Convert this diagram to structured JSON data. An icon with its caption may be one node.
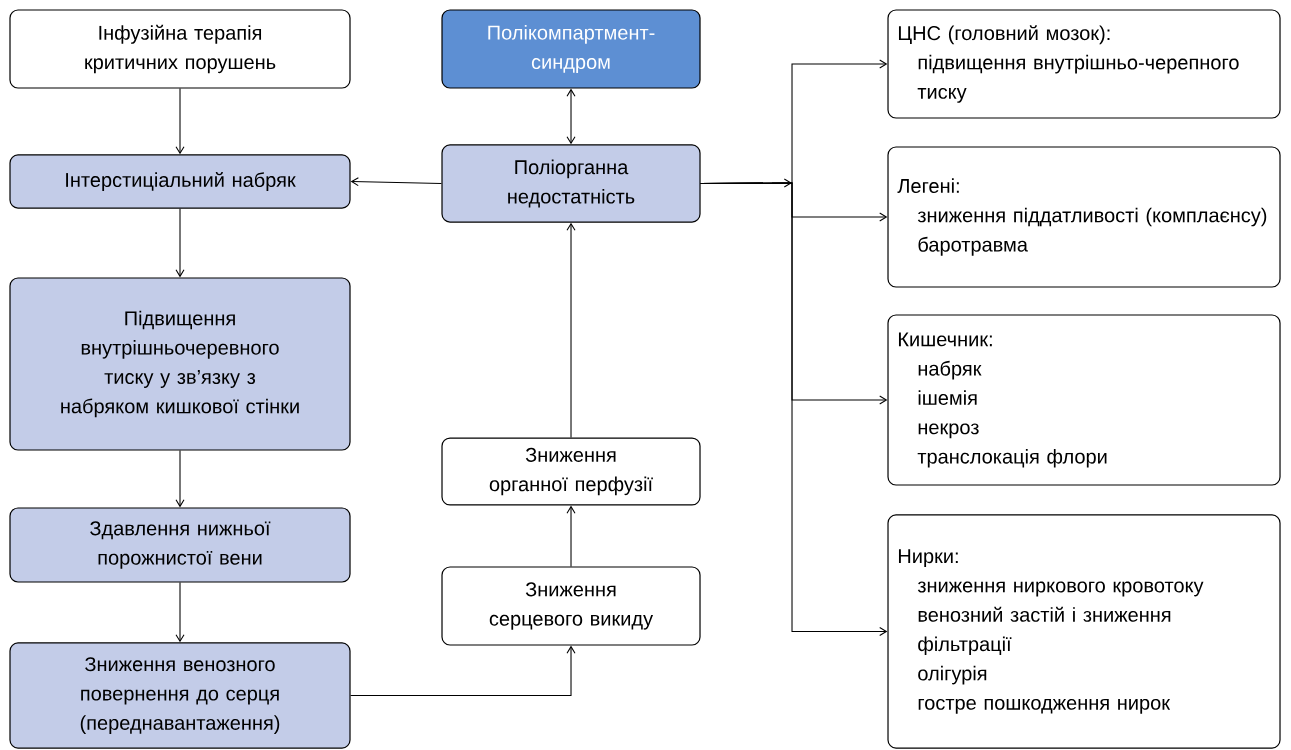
{
  "diagram": {
    "nodes": [
      {
        "text": [
          "Інфузійна терапія критичних порушень"
        ]
      },
      {
        "text": [
          "Інтерстиціальний набряк"
        ]
      },
      {
        "text": [
          "Підвищення внутрішньочеревного тиску у зв’язку з набряком кишкової стінки"
        ]
      },
      {
        "text": [
          "Здавлення нижньої порожнистої вени"
        ]
      },
      {
        "text": [
          "Зниження венозного повернення до серця (переднавантаження)"
        ]
      },
      {
        "text": [
          "Полікомпартмент-синдром"
        ]
      },
      {
        "text": [
          "Поліорганна недостатність"
        ]
      },
      {
        "text": [
          "Зниження органної перфузії"
        ]
      },
      {
        "text": [
          "Зниження серцевого викиду"
        ]
      },
      {
        "text": [
          "ЦНС (головний мозок):",
          "підвищення внутрішньо-черепного тиску"
        ]
      },
      {
        "text": [
          "Легені:",
          "зниження піддатливості (комплаєнсу)",
          "баротравма"
        ]
      },
      {
        "text": [
          "Кишечник:",
          "набряк",
          "ішемія",
          "некроз",
          "транслокація флори"
        ]
      },
      {
        "text": [
          "Нирки:",
          "зниження ниркового кровотоку",
          "венозний застій і зниження фільтрації",
          "олігурія",
          "гостре пошкодження нирок"
        ]
      }
    ],
    "edges": [
      {
        "from": 0,
        "to": 1,
        "arrow": "to"
      },
      {
        "from": 1,
        "to": 2,
        "arrow": "to"
      },
      {
        "from": 2,
        "to": 3,
        "arrow": "to"
      },
      {
        "from": 3,
        "to": 4,
        "arrow": "to"
      },
      {
        "from": 4,
        "to": 8,
        "arrow": "to"
      },
      {
        "from": 8,
        "to": 7,
        "arrow": "to"
      },
      {
        "from": 7,
        "to": 6,
        "arrow": "to"
      },
      {
        "from": 6,
        "to": 5,
        "arrow": "both"
      },
      {
        "from": 6,
        "to": 1,
        "arrow": "to"
      },
      {
        "from": 6,
        "to": 9,
        "arrow": "to"
      },
      {
        "from": 6,
        "to": 10,
        "arrow": "to"
      },
      {
        "from": 6,
        "to": 11,
        "arrow": "to"
      },
      {
        "from": 6,
        "to": 12,
        "arrow": "to"
      }
    ]
  }
}
